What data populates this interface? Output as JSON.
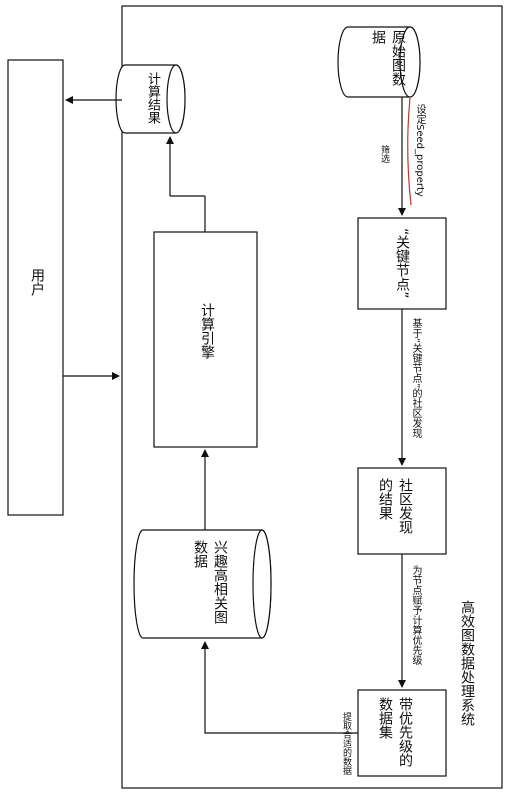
{
  "diagram": {
    "system_title": "高效图数据处理系统",
    "user": "用户",
    "raw_graph_data": "原始图数据",
    "key_nodes": "“关键节点”",
    "community_result": "社区发现的结果",
    "prioritized_dataset": "带优先级的数据集",
    "interest_graph_data": "兴趣高相关图数据",
    "compute_engine": "计算引擎",
    "compute_result": "计算结果",
    "edge_seed_property": "设定Seed_property",
    "edge_filter": "筛选",
    "edge_community_detect": "基于“关键节点”的社区发现",
    "edge_assign_priority": "为节点赋予计算优先级",
    "edge_extract_data": "提取合适的数据"
  }
}
